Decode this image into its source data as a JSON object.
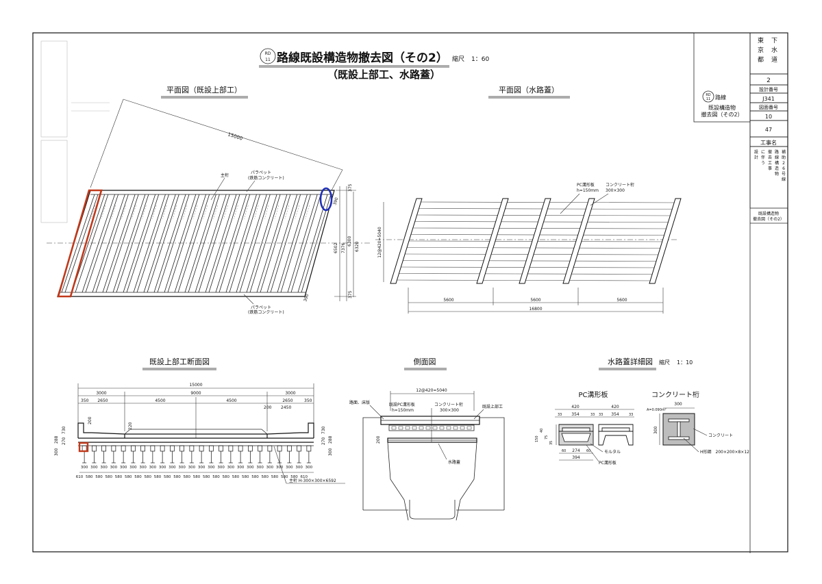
{
  "title": {
    "route_badge_top": "RD",
    "route_badge_bottom": "11",
    "main": "路線既設構造物撤去図（その2）",
    "scale_label": "縮尺",
    "scale_value": "1：60",
    "subtitle": "（既設上部工、水路蓋）"
  },
  "views": {
    "plan_upper": {
      "title": "平面図（既設上部工）",
      "dim_diagonal": "15000",
      "label_girder": "主桁",
      "label_parapet_top": "パラペット",
      "label_parapet_top_sub": "(鉄筋コンクリート)",
      "label_parapet_bottom": "パラペット",
      "label_parapet_bottom_sub": "(鉄筋コンクリート)",
      "dim_375_top": "375",
      "dim_375_bottom": "375",
      "dim_6320": "6320",
      "dim_6502": "6502",
      "dim_7376": "7376",
      "dim_6300": "6300",
      "dim_390_top": "390",
      "dim_390_bottom": "390",
      "highlight_color": "#c0391b",
      "circle_color": "#1f2fb8"
    },
    "plan_cover": {
      "title": "平面図（水路蓋）",
      "label_pc": "PC溝形板",
      "label_pc_sub": "h=150mm",
      "label_beam": "コンクリート桁",
      "label_beam_sub": "300×300",
      "dim_side": "12@420=5040",
      "dim_a": "5600",
      "dim_b": "5600",
      "dim_c": "5600",
      "dim_total": "16800"
    },
    "section": {
      "title": "既設上部工断面図",
      "dim_total": "15000",
      "dim_3000_l": "3000",
      "dim_9000": "9000",
      "dim_3000_r": "3000",
      "dim_350_l": "350",
      "dim_2650_l": "2650",
      "dim_4500_l": "4500",
      "dim_4500_r": "4500",
      "dim_2650_r": "2650",
      "dim_350_r": "350",
      "dim_200_l": "200",
      "dim_200_r": "200",
      "dim_2450": "2450",
      "girder_spacings": [
        "610",
        "580",
        "580",
        "580",
        "580",
        "580",
        "580",
        "580",
        "580",
        "580",
        "580",
        "580",
        "580",
        "580",
        "580",
        "580",
        "580",
        "580",
        "580",
        "580",
        "580",
        "580",
        "580",
        "610"
      ],
      "girder_widths": [
        "300",
        "300",
        "300",
        "300",
        "300",
        "300",
        "300",
        "300",
        "300",
        "300",
        "300",
        "300",
        "300",
        "300",
        "300",
        "300",
        "300",
        "300",
        "300",
        "300",
        "300",
        "300",
        "300",
        "300"
      ],
      "label_girder": "主桁 H-300×300×6592",
      "dim_730_l": "730",
      "dim_270_l": "270",
      "dim_300_l": "300",
      "dim_288_l": "288",
      "dim_730_r": "730",
      "dim_270_r": "270",
      "dim_300_r": "300",
      "dim_288_r": "288",
      "dim_220": "220",
      "highlight_color": "#c0391b"
    },
    "side": {
      "title": "側面図",
      "dim_top": "12@420=5040",
      "label_road": "路面、床版",
      "label_pc": "既設PC溝形板",
      "label_pc_sub": "h=150mm",
      "label_beam": "コンクリート桁",
      "label_beam_sub": "300×300",
      "label_upper": "既設上部工",
      "label_cover": "水路蓋",
      "dim_200": "200"
    },
    "detail": {
      "title": "水路蓋詳細図",
      "scale_label": "縮尺",
      "scale_value": "1：10",
      "pc_title": "PC溝形板",
      "beam_title": "コンクリート桁",
      "dim_420_a": "420",
      "dim_420_b": "420",
      "dim_33_a": "33",
      "dim_354_a": "354",
      "dim_33_b": "33",
      "dim_33_c": "33",
      "dim_354_b": "354",
      "dim_33_d": "33",
      "dim_150": "150",
      "dim_40": "40",
      "dim_75": "75",
      "dim_35": "35",
      "dim_60_a": "60",
      "dim_274": "274",
      "dim_60_b": "60",
      "dim_394": "394",
      "label_mortar": "モルタル",
      "label_pcplate": "PC溝形板",
      "dim_beam_300_top": "300",
      "dim_beam_300_side": "300",
      "label_area": "A=0.090m²",
      "label_concrete": "コンクリート",
      "label_hsteel": "H形鋼　200×200×8×12"
    }
  },
  "title_block": {
    "org": [
      "東",
      "京",
      "都",
      "下",
      "水",
      "道"
    ],
    "num_top": "2",
    "label_design_no": "設計番号",
    "design_no": "J341",
    "label_drawing_no": "図面番号",
    "drawing_no": "10",
    "total": "47",
    "label_work_name": "工事名",
    "work_name_lines": [
      "補助26号線",
      "路線構造物",
      "撤去工事",
      "に伴う",
      "設計"
    ],
    "route_text": "路線",
    "drawing_name_1": "既設構造物",
    "drawing_name_2": "撤去図（その2）",
    "bottom_name_1": "既設構造物",
    "bottom_name_2": "撤去図（その2）"
  }
}
